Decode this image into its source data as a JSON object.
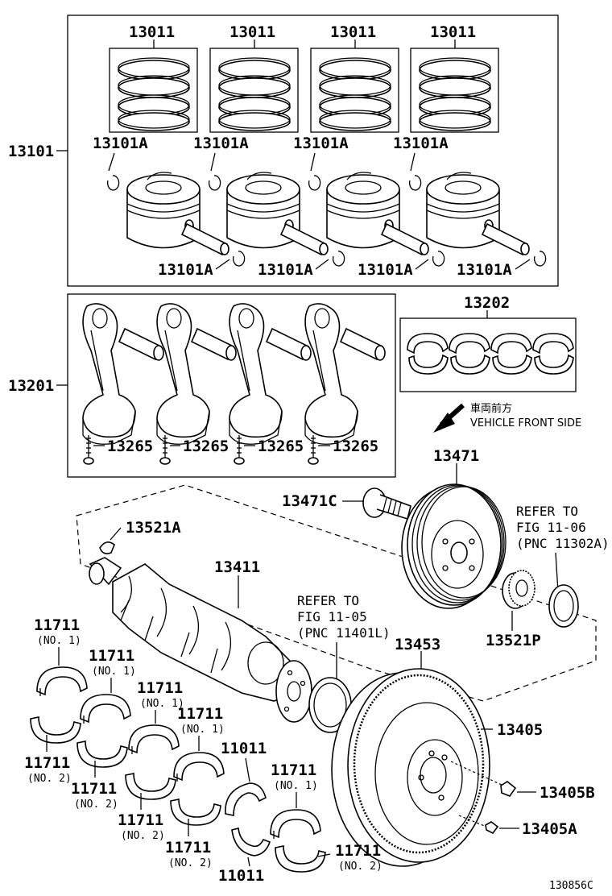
{
  "labels": {
    "piston_ring": "13011",
    "piston_set": "13101",
    "snap_ring": "13101A",
    "conrod_bearing": "13202",
    "conrod": "13201",
    "conrod_bolt": "13265",
    "direction_jp": "車両前方",
    "direction_en": "VEHICLE FRONT SIDE",
    "pulley": "13471",
    "pulley_bolt": "13471C",
    "key": "13521A",
    "crankshaft": "13411",
    "refer_line1": "REFER TO",
    "refer_a_line2": "FIG 11-05",
    "refer_a_line3": "(PNC 11401L)",
    "refer_b_line2": "FIG 11-06",
    "refer_b_line3": "(PNC 11302A)",
    "timing_gear": "13521P",
    "ring_gear": "13453",
    "flywheel": "13405",
    "flywheel_bolt": "13405B",
    "flywheel_washer": "13405A",
    "main_bearing": "11711",
    "no1": "(NO. 1)",
    "no2": "(NO. 2)",
    "thrust_washer": "11011",
    "diagram_id": "130856C"
  }
}
